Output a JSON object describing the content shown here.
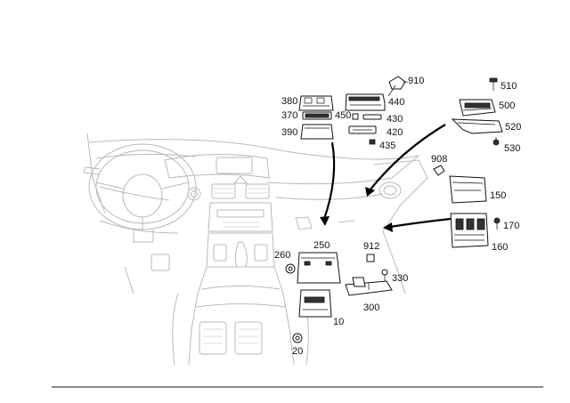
{
  "callouts": {
    "c910": "910",
    "c510": "510",
    "c380": "380",
    "c440": "440",
    "c500": "500",
    "c370": "370",
    "c450": "450",
    "c430": "430",
    "c520": "520",
    "c390": "390",
    "c420": "420",
    "c435": "435",
    "c530": "530",
    "c908": "908",
    "c150": "150",
    "c170": "170",
    "c160": "160",
    "c250": "250",
    "c912": "912",
    "c260": "260",
    "c330": "330",
    "c300": "300",
    "c10": "10",
    "c20": "20"
  },
  "colors": {
    "linework": "#111111",
    "ghost_dashboard": "#b9b9b9",
    "arrow": "#000000"
  }
}
